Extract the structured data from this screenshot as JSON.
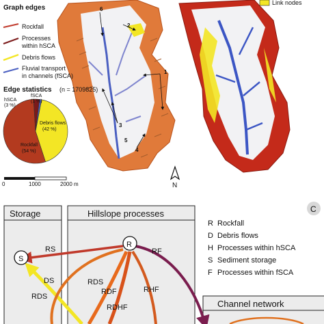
{
  "legend": {
    "title": "Graph edges",
    "items": [
      {
        "label": "Rockfall",
        "color": "#c0392b"
      },
      {
        "label": "Processes",
        "label2": "within hSCA",
        "color": "#7b1a1a"
      },
      {
        "label": "Debris flows",
        "color": "#f3e625"
      },
      {
        "label": "Fluvial transport",
        "label2": "in channels (fSCA)",
        "color": "#4a5fc1"
      }
    ],
    "link_nodes": "Link nodes"
  },
  "stats": {
    "title": "Edge statistics",
    "count": "(n = 1709825)",
    "hsca": "hSCA",
    "hsca_pct": "(3 %)",
    "fsca": "fSCA",
    "fsca_pct": "(1 %)",
    "debris": "Debris flows",
    "debris_pct": "(42 %)",
    "rockfall": "Rockfall",
    "rockfall_pct": "(54 %)"
  },
  "pie": [
    {
      "name": "Rockfall",
      "value": 54,
      "color": "#b33a1f"
    },
    {
      "name": "Debris flows",
      "value": 42,
      "color": "#f3e625"
    },
    {
      "name": "hSCA",
      "value": 3,
      "color": "#7b1a1a"
    },
    {
      "name": "fSCA",
      "value": 1,
      "color": "#4a5fc1"
    }
  ],
  "scale": {
    "t0": "0",
    "t1": "1000",
    "t2": "2000 m"
  },
  "north": "N",
  "map_labels": [
    "1",
    "2",
    "3",
    "4",
    "5",
    "6"
  ],
  "panel_c": {
    "letter": "C",
    "storage": "Storage",
    "hillslope": "Hillslope processes",
    "channel": "Channel network",
    "node_r": "R",
    "node_s": "S",
    "edges": [
      "RS",
      "RF",
      "DS",
      "RDS",
      "RDF",
      "RHF",
      "RDHF"
    ],
    "key": [
      {
        "code": "R",
        "text": "Rockfall"
      },
      {
        "code": "D",
        "text": "Debris flows"
      },
      {
        "code": "H",
        "text": "Processes within hSCA"
      },
      {
        "code": "S",
        "text": "Sediment storage"
      },
      {
        "code": "F",
        "text": "Processes within fSCA"
      }
    ]
  },
  "colors": {
    "rockfall": "#c0392b",
    "hsca": "#7b1a1a",
    "debris": "#f3e625",
    "fluvial": "#4a5fc1",
    "rs_arrow": "#c0392b",
    "orange_arrow": "#e0711f",
    "purple_arrow": "#7a1d4e"
  }
}
